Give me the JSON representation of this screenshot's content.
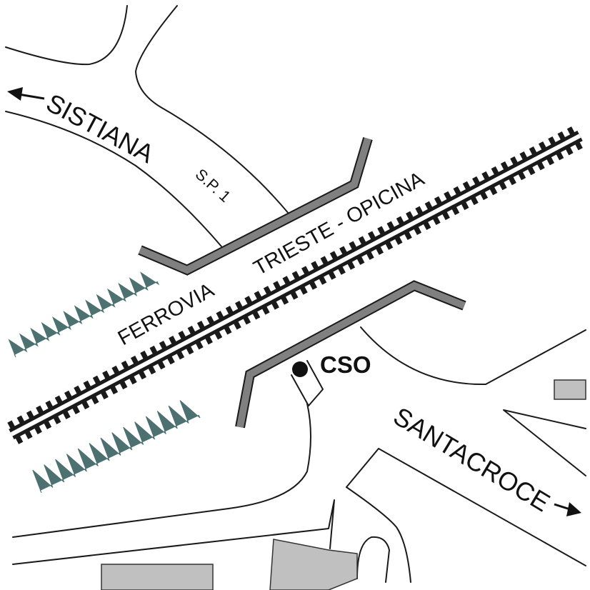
{
  "labels": {
    "west_destination": "SISTIANA",
    "provincial_road": "S.P. 1",
    "railway_word": "FERROVIA",
    "railway_line": "TRIESTE - OPICINA",
    "station": "CSO",
    "east_destination": "SANTACROCE"
  },
  "colors": {
    "road_line": "#1a1a1a",
    "bridge_fill": "#808080",
    "building_fill": "#c0c0c0",
    "rail_black": "#1a1a1a",
    "rail_white": "#ffffff",
    "embankment": "#4d7070",
    "station_marker": "#111111"
  },
  "icons": {
    "west_arrow": "arrow-left-icon",
    "east_arrow": "arrow-right-icon",
    "station_marker": "dot-marker-icon"
  }
}
